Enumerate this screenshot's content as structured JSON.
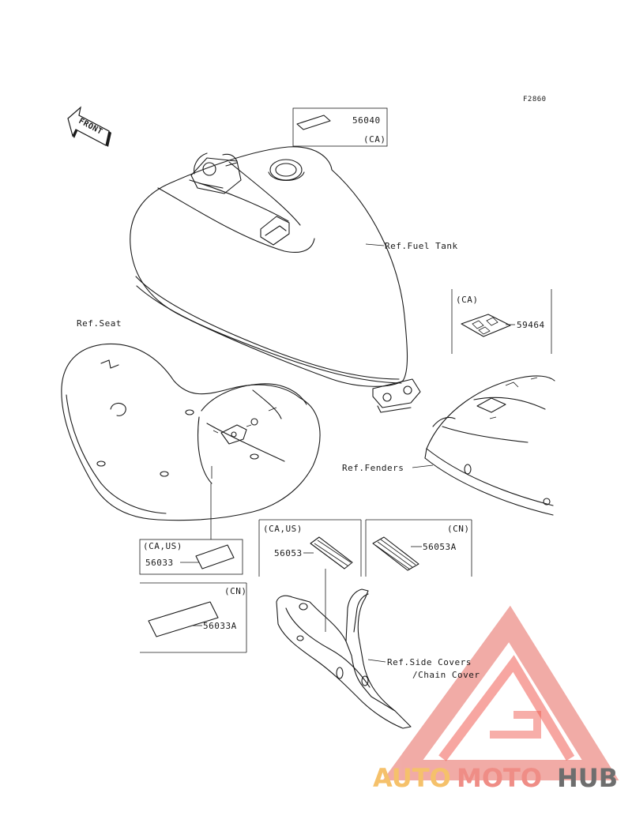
{
  "diagram": {
    "figure_code": "F2860",
    "front_arrow": "FRONT",
    "parts": {
      "p56040": {
        "number": "56040",
        "region": "(CA)"
      },
      "p59464": {
        "number": "59464",
        "region": "(CA)"
      },
      "p56033": {
        "number": "56033",
        "region": "(CA,US)"
      },
      "p56033A": {
        "number": "56033A",
        "region": "(CN)"
      },
      "p56053": {
        "number": "56053",
        "region": "(CA,US)"
      },
      "p56053A": {
        "number": "56053A",
        "region": "(CN)"
      }
    },
    "refs": {
      "fuel_tank": "Ref.Fuel Tank",
      "seat": "Ref.Seat",
      "fenders": "Ref.Fenders",
      "side_covers_1": "Ref.Side Covers",
      "side_covers_2": "/Chain Cover"
    }
  },
  "watermark": {
    "auto": "AUTO",
    "moto": "MOTO",
    "hub": "HUB",
    "colors": {
      "auto": "#f5c16b",
      "moto": "#ef8d86",
      "hub": "#6e6e6e",
      "triangle": "#ee4b3f"
    }
  }
}
